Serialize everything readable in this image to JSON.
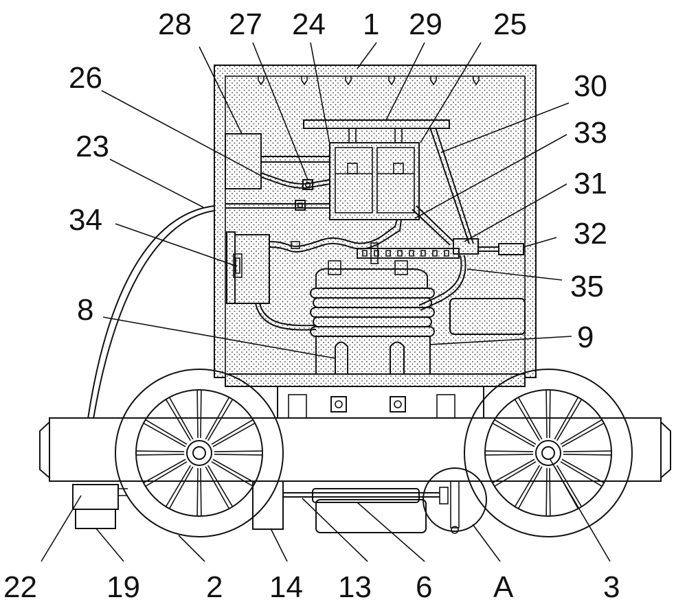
{
  "labels": {
    "l28": "28",
    "l27": "27",
    "l24": "24",
    "l1": "1",
    "l29": "29",
    "l25": "25",
    "l26": "26",
    "l30": "30",
    "l33": "33",
    "l23": "23",
    "l31": "31",
    "l34": "34",
    "l32": "32",
    "l35": "35",
    "l8": "8",
    "l9": "9",
    "l22": "22",
    "l19": "19",
    "l2": "2",
    "l14": "14",
    "l13": "13",
    "l6": "6",
    "lA": "A",
    "l3": "3"
  }
}
